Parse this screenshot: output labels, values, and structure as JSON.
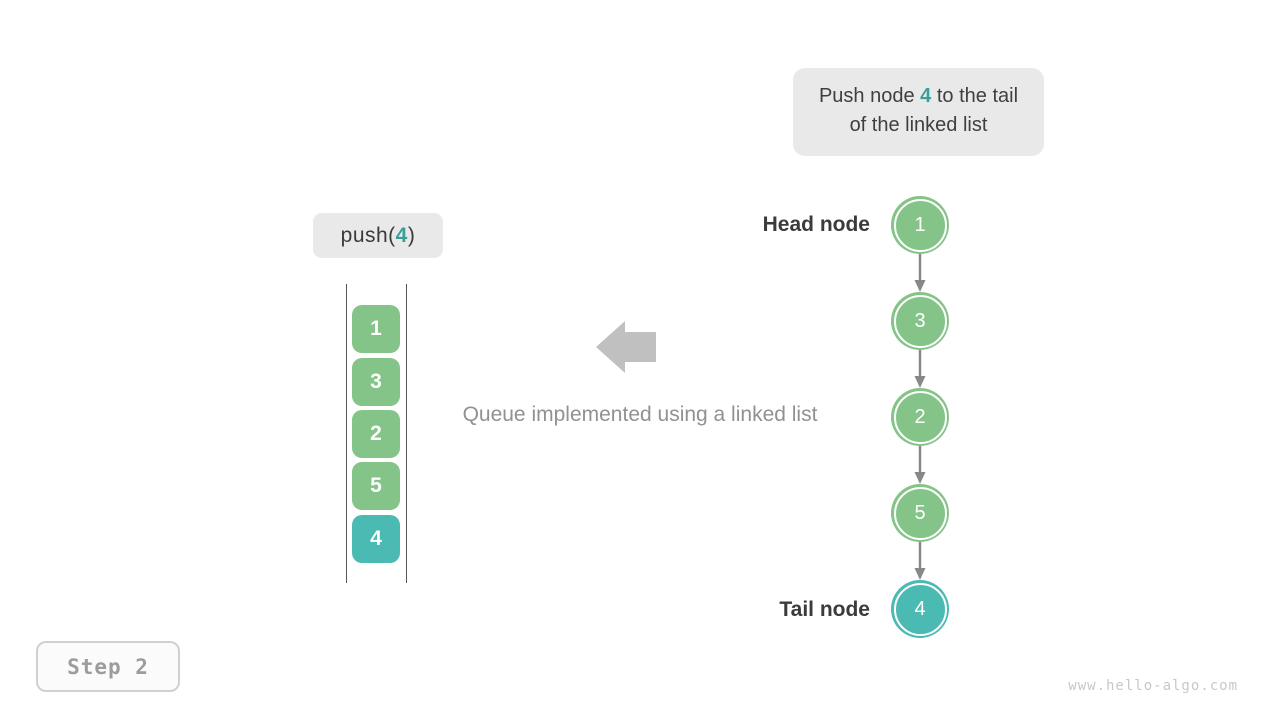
{
  "tooltip": {
    "text_before": "Push node ",
    "highlight": "4",
    "text_after": " to the tail of the linked list"
  },
  "operation_label": {
    "prefix": "push(",
    "arg": "4",
    "suffix": ")"
  },
  "queue_array": {
    "items": [
      {
        "value": "1",
        "state": "normal"
      },
      {
        "value": "3",
        "state": "normal"
      },
      {
        "value": "2",
        "state": "normal"
      },
      {
        "value": "5",
        "state": "normal"
      },
      {
        "value": "4",
        "state": "new"
      }
    ]
  },
  "caption": "Queue implemented using a linked list",
  "linked_list": {
    "head_label": "Head node",
    "tail_label": "Tail node",
    "nodes": [
      {
        "value": "1",
        "state": "normal"
      },
      {
        "value": "3",
        "state": "normal"
      },
      {
        "value": "2",
        "state": "normal"
      },
      {
        "value": "5",
        "state": "normal"
      },
      {
        "value": "4",
        "state": "new"
      }
    ]
  },
  "step_badge": {
    "label": "Step 2"
  },
  "watermark": "www.hello-algo.com",
  "colors": {
    "node_green": "#85c488",
    "node_teal": "#4bbab3",
    "highlight_text_teal": "#3a9e99",
    "connector_gray": "#888888",
    "big_arrow_gray": "#c0c0c0",
    "label_dark": "#3b3b3b",
    "caption_gray": "#919191",
    "bubble_bg": "#e9e9e9"
  }
}
